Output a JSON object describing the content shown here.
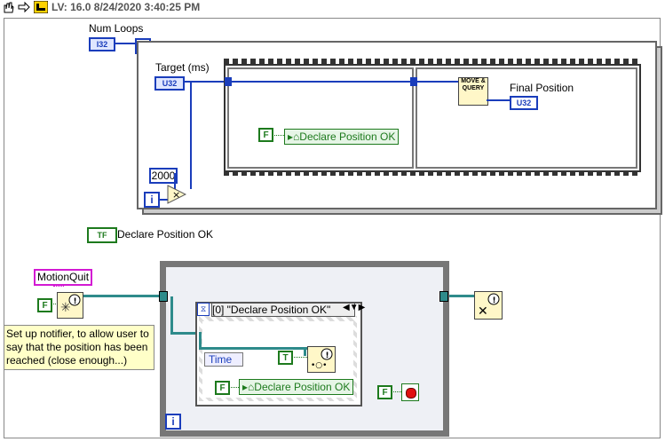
{
  "header": {
    "title": "LV: 16.0 8/24/2020 3:40:25 PM",
    "icons": [
      "hand-icon",
      "arrow-icon",
      "labview-icon"
    ]
  },
  "diagram": {
    "num_loops_label": "Num Loops",
    "num_loops_type": "I32",
    "n_terminal": "N",
    "target_label": "Target (ms)",
    "target_type": "U32",
    "const_2000": "2000",
    "iter_terminal": "i",
    "multiply_symbol": "×",
    "final_position_label": "Final Position",
    "final_position_type": "U32",
    "move_query_text": "MOVE & QUERY",
    "bool_false": "F",
    "bool_true": "T",
    "bool_tf": "TF",
    "declare_ring_1": "Declare Position OK",
    "declare_indicator_label": "Declare Position OK",
    "motion_quit": "MotionQuit",
    "setup_note": "Set up notifier, to allow user to say that the position has been reached (close enough...)",
    "case_selector": "[0] \"Declare Position OK\"",
    "time_label": "Time",
    "declare_ring_2": "Declare Position OK"
  },
  "colors": {
    "blue": "#1a3dbb",
    "green": "#1d7a1d",
    "teal": "#2e8b8b",
    "pink": "#d31ad3"
  }
}
